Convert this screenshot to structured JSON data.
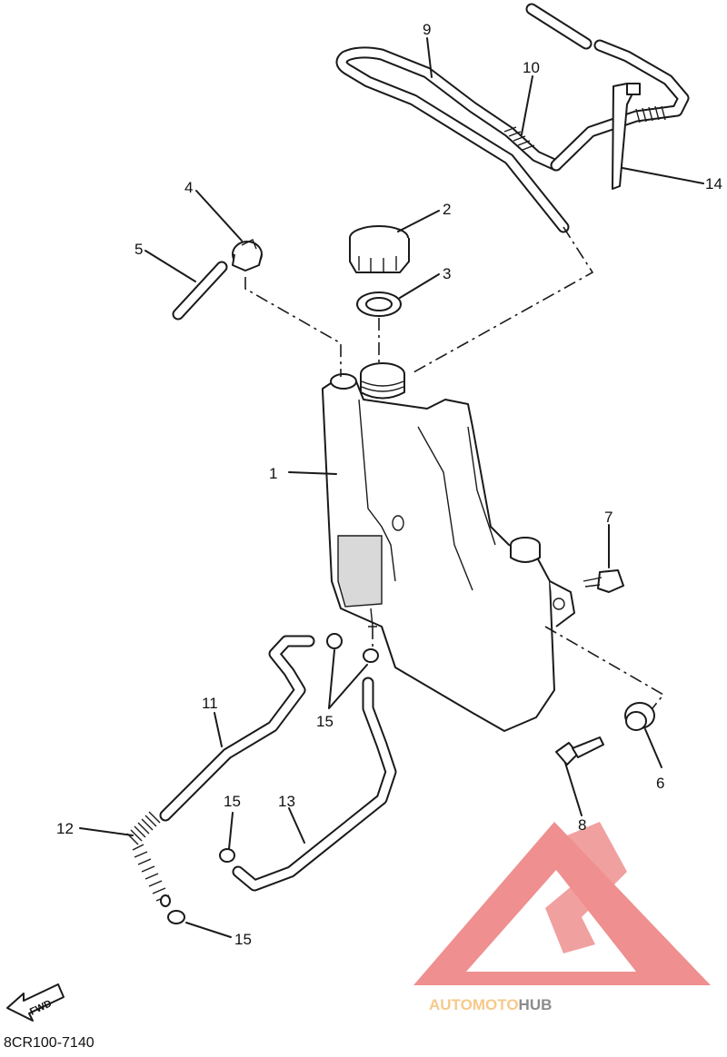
{
  "diagram": {
    "drawing_code": "8CR100-7140",
    "fwd_marker": "FWD",
    "callouts": [
      {
        "id": "c1",
        "label": "1"
      },
      {
        "id": "c2",
        "label": "2"
      },
      {
        "id": "c3",
        "label": "3"
      },
      {
        "id": "c4",
        "label": "4"
      },
      {
        "id": "c5",
        "label": "5"
      },
      {
        "id": "c6",
        "label": "6"
      },
      {
        "id": "c7",
        "label": "7"
      },
      {
        "id": "c8",
        "label": "8"
      },
      {
        "id": "c9",
        "label": "9"
      },
      {
        "id": "c10",
        "label": "10"
      },
      {
        "id": "c11",
        "label": "11"
      },
      {
        "id": "c12",
        "label": "12"
      },
      {
        "id": "c13",
        "label": "13"
      },
      {
        "id": "c14",
        "label": "14"
      },
      {
        "id": "c15a",
        "label": "15"
      },
      {
        "id": "c15b",
        "label": "15"
      },
      {
        "id": "c15c",
        "label": "15"
      }
    ]
  },
  "watermark": {
    "part1": "AUTO",
    "part2": "MOTO",
    "part3": "HUB",
    "colors": {
      "auto": "#f6c98a",
      "moto": "#f6c98a",
      "hub": "#8c8c8c",
      "logo": "#ef8f8f"
    }
  }
}
